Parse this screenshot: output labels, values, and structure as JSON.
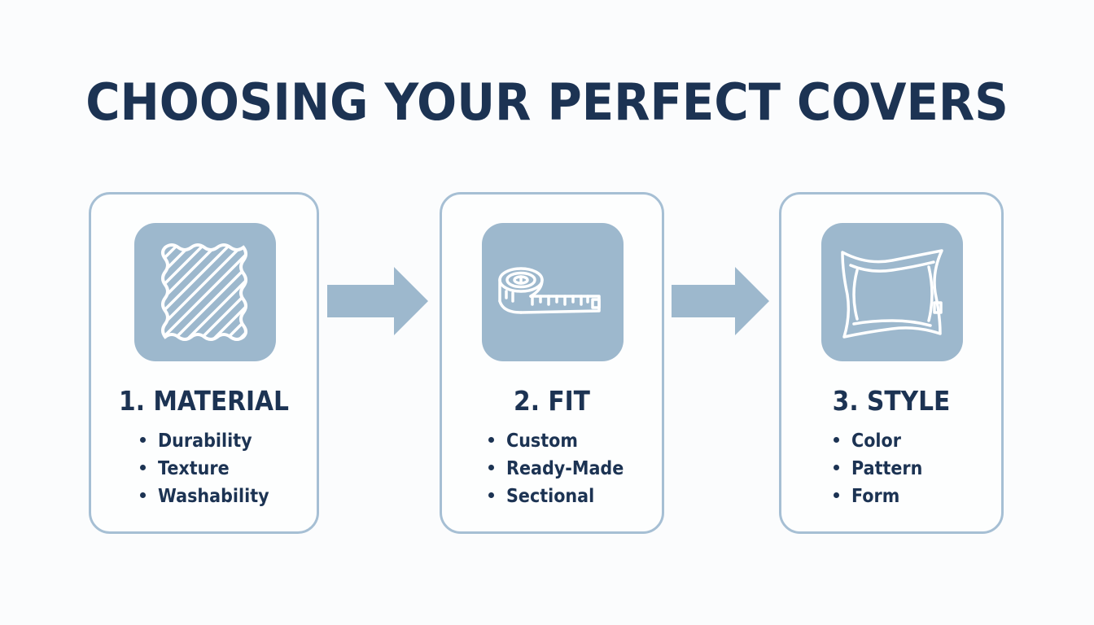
{
  "title": "CHOOSING YOUR PERFECT COVERS",
  "colors": {
    "text": "#1c3353",
    "card_border": "#a6bfd4",
    "icon_tile": "#9db8cd",
    "arrow": "#9db8cd",
    "icon_stroke": "#ffffff"
  },
  "steps": [
    {
      "heading": "1. MATERIAL",
      "icon": "fabric-swatch-icon",
      "bullets": [
        "Durability",
        "Texture",
        "Washability"
      ]
    },
    {
      "heading": "2. FIT",
      "icon": "measuring-tape-icon",
      "bullets": [
        "Custom",
        "Ready-Made",
        "Sectional"
      ]
    },
    {
      "heading": "3. STYLE",
      "icon": "cushion-icon",
      "bullets": [
        "Color",
        "Pattern",
        "Form"
      ]
    }
  ],
  "connectors": [
    "arrow-right-icon",
    "arrow-right-icon"
  ]
}
